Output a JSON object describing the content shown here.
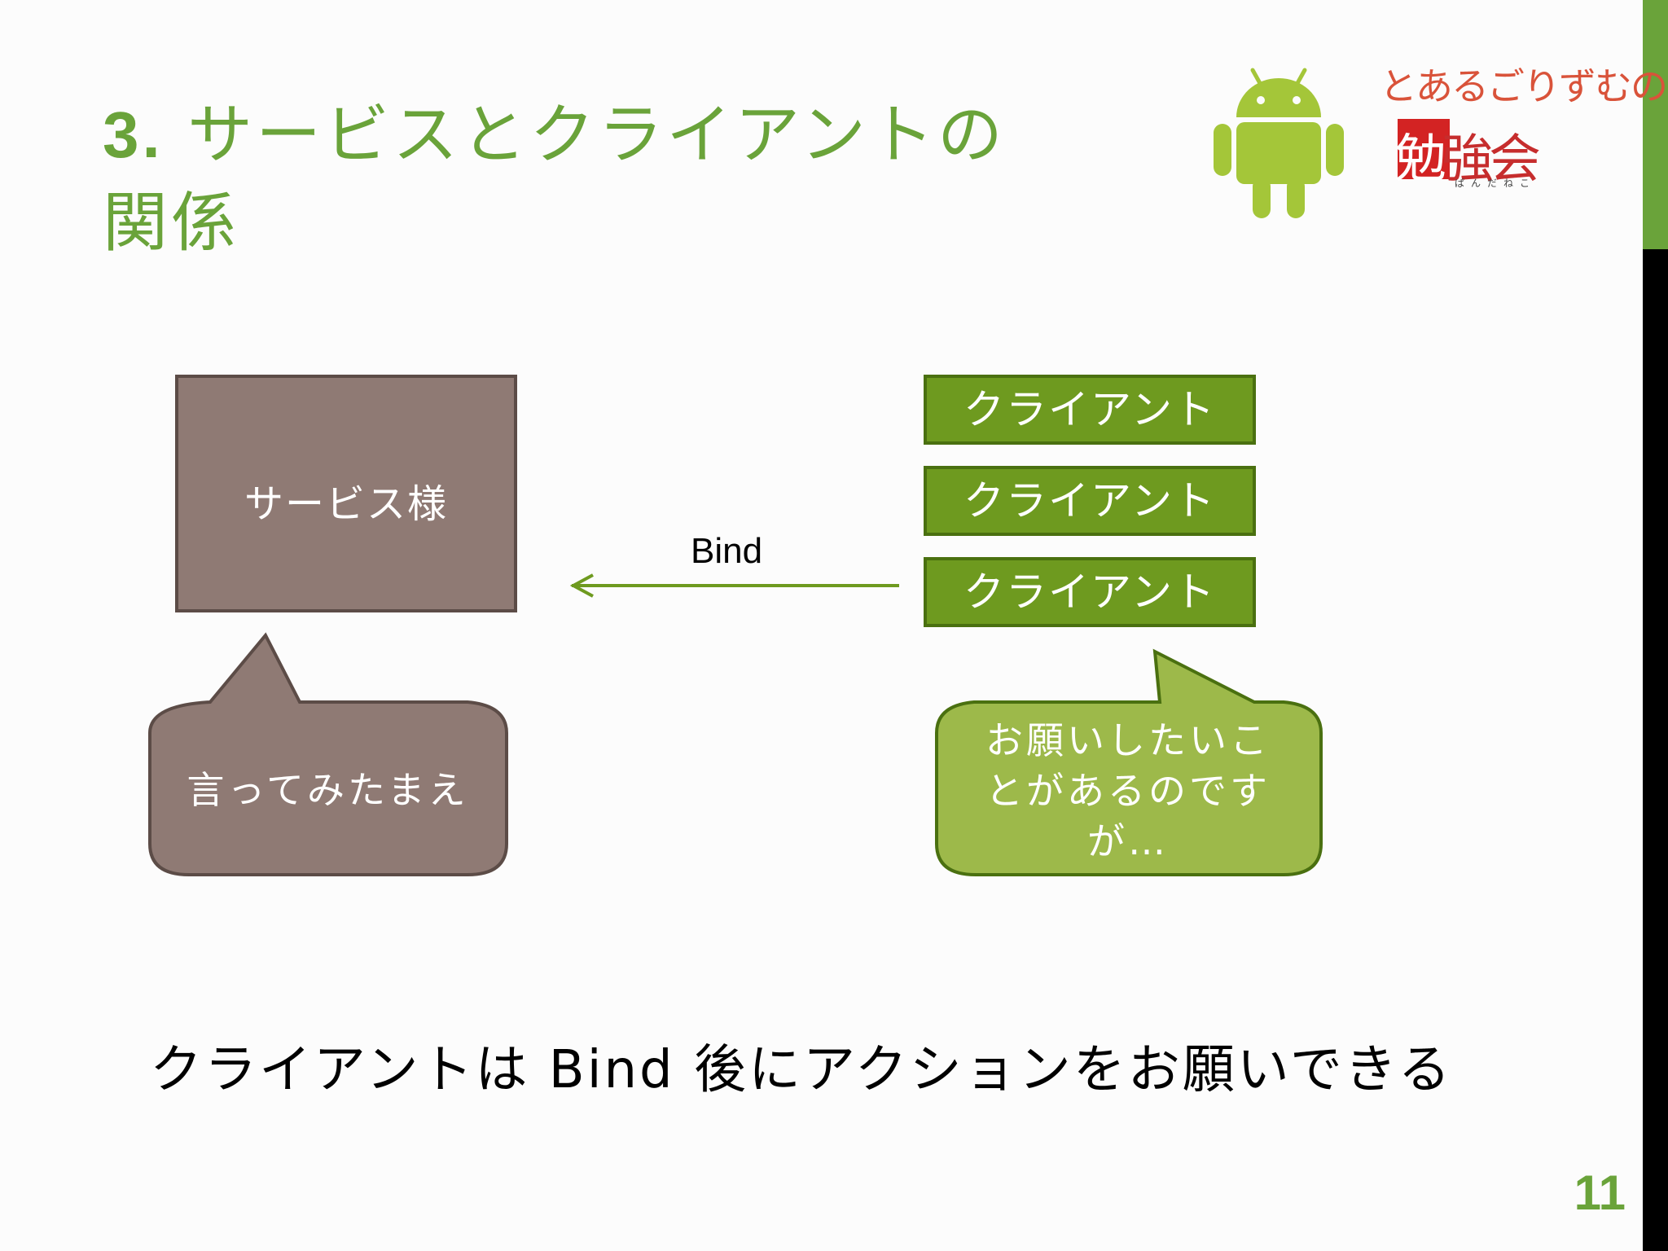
{
  "slide": {
    "title_number": "3.",
    "title_line1": "サービスとクライアントの",
    "title_line2": "関係",
    "page_number": "11",
    "accent_color": "#6aa33a"
  },
  "logo": {
    "line1": "とあるごりずむの",
    "line2_first": "勉",
    "line2_rest": "強会",
    "subtitle": "ぱんだねこ"
  },
  "diagram": {
    "service_label": "サービス様",
    "clients": [
      "クライアント",
      "クライアント",
      "クライアント"
    ],
    "arrow_label": "Bind",
    "service_callout": "言ってみたまえ",
    "client_callout": "お願いしたいこ\nとがあるのです\nが…",
    "service_color": "#8f7a74",
    "client_color": "#6e9a1f",
    "client_callout_color": "#9db94a"
  },
  "caption": "クライアントは Bind 後にアクションをお願いできる"
}
